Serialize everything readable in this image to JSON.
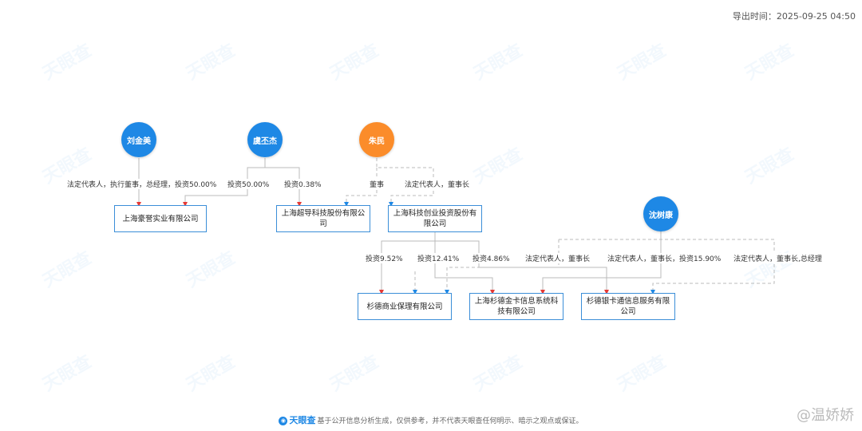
{
  "export_time": "导出时间：2025-09-25 04:50",
  "persons": [
    {
      "name": "刘金美",
      "color": "#1e88e5"
    },
    {
      "name": "虞丕杰",
      "color": "#1e88e5"
    },
    {
      "name": "朱民",
      "color": "#fb8c2a"
    },
    {
      "name": "沈树康",
      "color": "#1e88e5"
    }
  ],
  "companies": [
    {
      "name": "上海豪誉实业有限公司"
    },
    {
      "name": "上海超导科技股份有限公司"
    },
    {
      "name": "上海科技创业投资股份有限公司"
    },
    {
      "name": "杉德商业保理有限公司"
    },
    {
      "name": "上海杉德金卡信息系统科技有限公司"
    },
    {
      "name": "杉德银卡通信息服务有限公司"
    }
  ],
  "edges": [
    {
      "label": "法定代表人，执行董事，总经理，投资50.00%"
    },
    {
      "label": "投资50.00%"
    },
    {
      "label": "投资0.38%"
    },
    {
      "label": "董事"
    },
    {
      "label": "法定代表人，董事长"
    },
    {
      "label": "投资9.52%"
    },
    {
      "label": "投资12.41%"
    },
    {
      "label": "投资4.86%"
    },
    {
      "label": "法定代表人，董事长"
    },
    {
      "label": "法定代表人，董事长，投资15.90%"
    },
    {
      "label": "法定代表人，董事长,总经理"
    }
  ],
  "colors": {
    "accent": "#1e88e5",
    "person_alt": "#fb8c2a",
    "arrow_red": "#e53935"
  },
  "footer": {
    "brand": "天眼查",
    "disclaimer": "基于公开信息分析生成，仅供参考，并不代表天眼查任何明示、暗示之观点或保证。",
    "watermark_user": "@温娇娇"
  },
  "watermark_text": "天眼查"
}
